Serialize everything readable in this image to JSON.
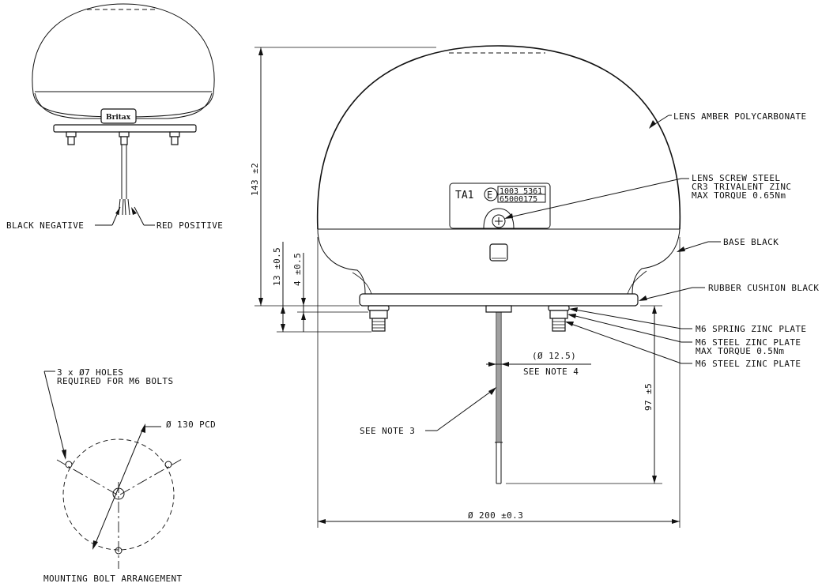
{
  "side_view": {
    "black_negative": "BLACK NEGATIVE",
    "red_positive": "RED POSITIVE"
  },
  "mounting": {
    "holes_line1": "3 x Ø7 HOLES",
    "holes_line2": "REQUIRED FOR M6 BOLTS",
    "pcd": "Ø 130 PCD",
    "caption": "MOUNTING BOLT ARRANGEMENT"
  },
  "main_view": {
    "lens": "LENS AMBER POLYCARBONATE",
    "lens_screw_1": "LENS SCREW STEEL",
    "lens_screw_2": "CR3 TRIVALENT ZINC",
    "lens_screw_3": "MAX TORQUE 0.65Nm",
    "base": "BASE BLACK",
    "rubber": "RUBBER CUSHION BLACK",
    "m6_spring": "M6 SPRING ZINC PLATE",
    "m6_steel_1": "M6 STEEL ZINC PLATE",
    "m6_steel_1b": "MAX TORQUE 0.5Nm",
    "m6_steel_2": "M6 STEEL ZINC PLATE",
    "see_note_3": "SEE NOTE 3",
    "see_note_4": "SEE NOTE 4",
    "plate_ta1": "TA1",
    "plate_e": "E",
    "plate_code1": "1003 5361",
    "plate_code2": "65000175"
  },
  "dimensions": {
    "height": "143 ±2",
    "base_13": "13 ±0.5",
    "base_4": "4 ±0.5",
    "cable_dia": "(Ø 12.5)",
    "cable_97": "97 ±5",
    "diameter": "Ø 200 ±0.3"
  }
}
